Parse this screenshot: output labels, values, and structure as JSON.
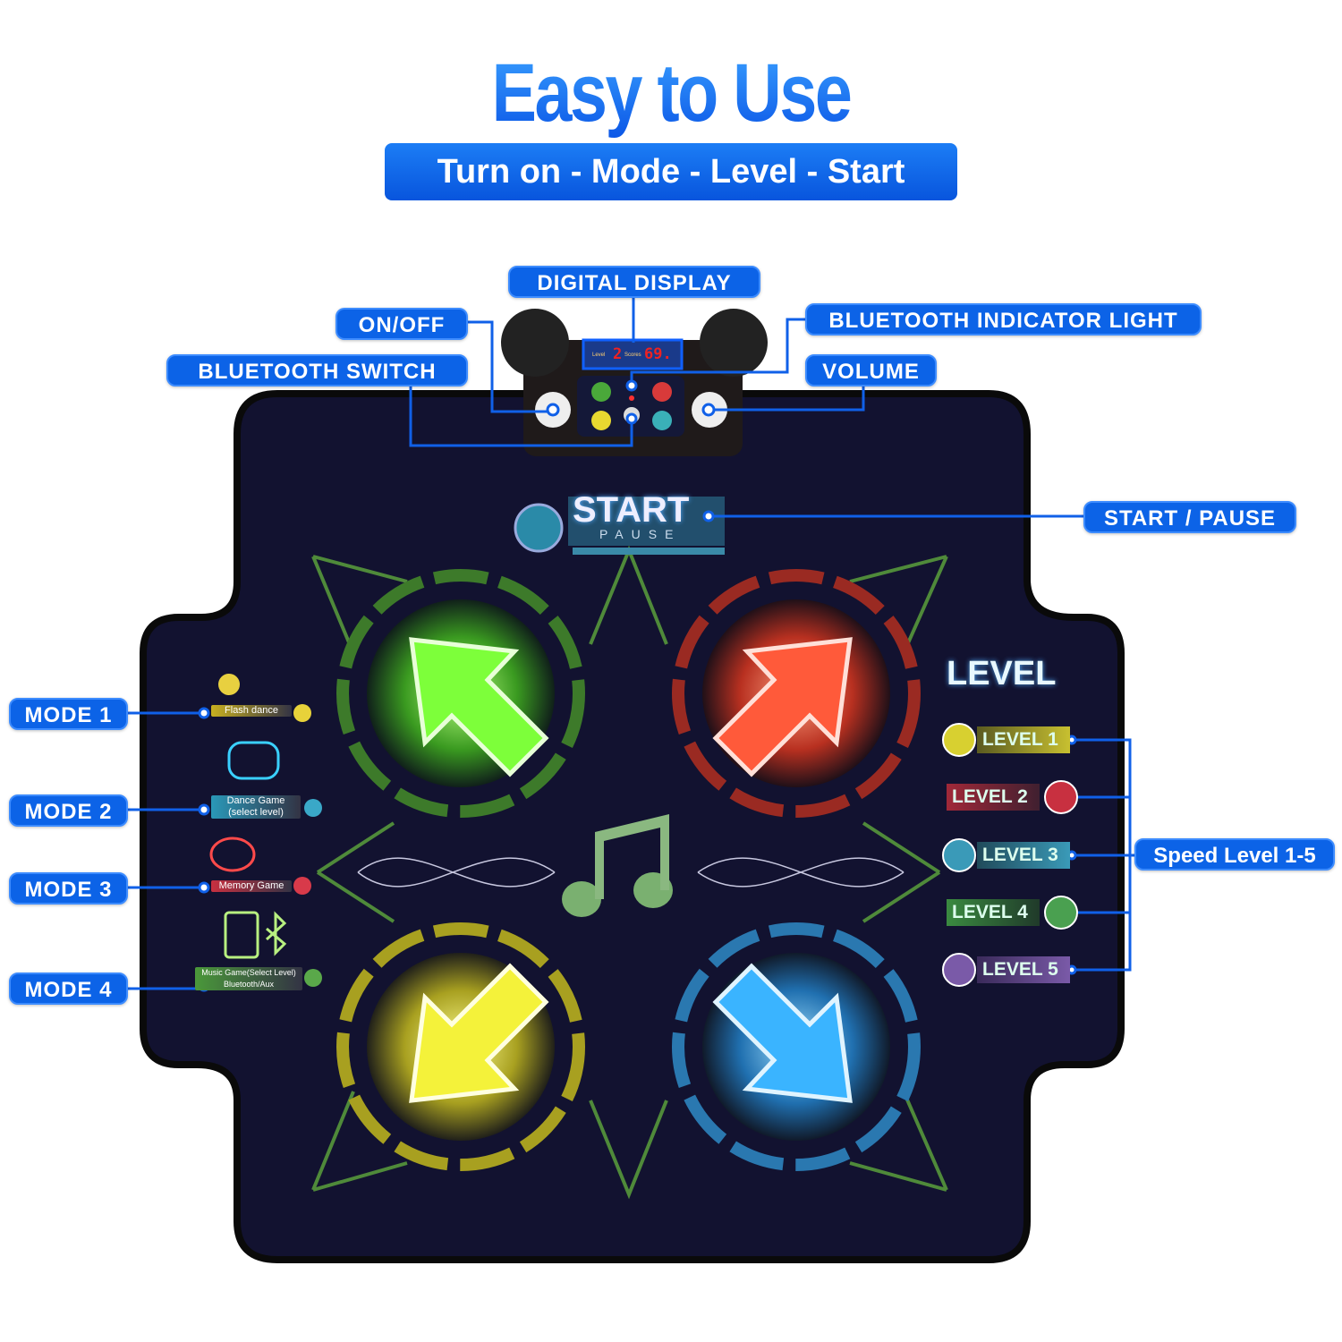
{
  "header": {
    "title": "Easy to Use",
    "subtitle": "Turn on - Mode - Level - Start"
  },
  "callouts": {
    "digital_display": "DIGITAL DISPLAY",
    "on_off": "ON/OFF",
    "bluetooth_switch": "BLUETOOTH SWITCH",
    "bluetooth_indicator": "BLUETOOTH INDICATOR LIGHT",
    "volume": "VOLUME",
    "start_pause": "START / PAUSE",
    "speed_level": "Speed Level 1-5"
  },
  "display": {
    "level_label": "Level",
    "level_value": "2",
    "score_label": "Scores",
    "score_value": "69."
  },
  "start_button": {
    "start": "START",
    "pause": "PAUSE"
  },
  "modes": [
    {
      "callout": "MODE 1",
      "label": "Flash dance",
      "color": "#e8d23a"
    },
    {
      "callout": "MODE 2",
      "label": "Dance Game (select level)",
      "color": "#3aa8c8"
    },
    {
      "callout": "MODE 3",
      "label": "Memory Game",
      "color": "#d83a4a"
    },
    {
      "callout": "MODE 4",
      "label": "Music Game(Select Level) Bluetooth/Aux",
      "color": "#5aa84a"
    }
  ],
  "level_header": "LEVEL",
  "levels": [
    {
      "label": "LEVEL",
      "num": "1",
      "color": "#d8d030"
    },
    {
      "label": "LEVEL",
      "num": "2",
      "color": "#c83040"
    },
    {
      "label": "LEVEL",
      "num": "3",
      "color": "#3a9ab8"
    },
    {
      "label": "LEVEL",
      "num": "4",
      "color": "#4aa050"
    },
    {
      "label": "LEVEL",
      "num": "5",
      "color": "#7a5aa8"
    }
  ],
  "pads": [
    {
      "direction": "up-left",
      "color": "#7dff3a"
    },
    {
      "direction": "up-right",
      "color": "#ff5a3a"
    },
    {
      "direction": "down-left",
      "color": "#f4f23a"
    },
    {
      "direction": "down-right",
      "color": "#3ab4ff"
    }
  ]
}
